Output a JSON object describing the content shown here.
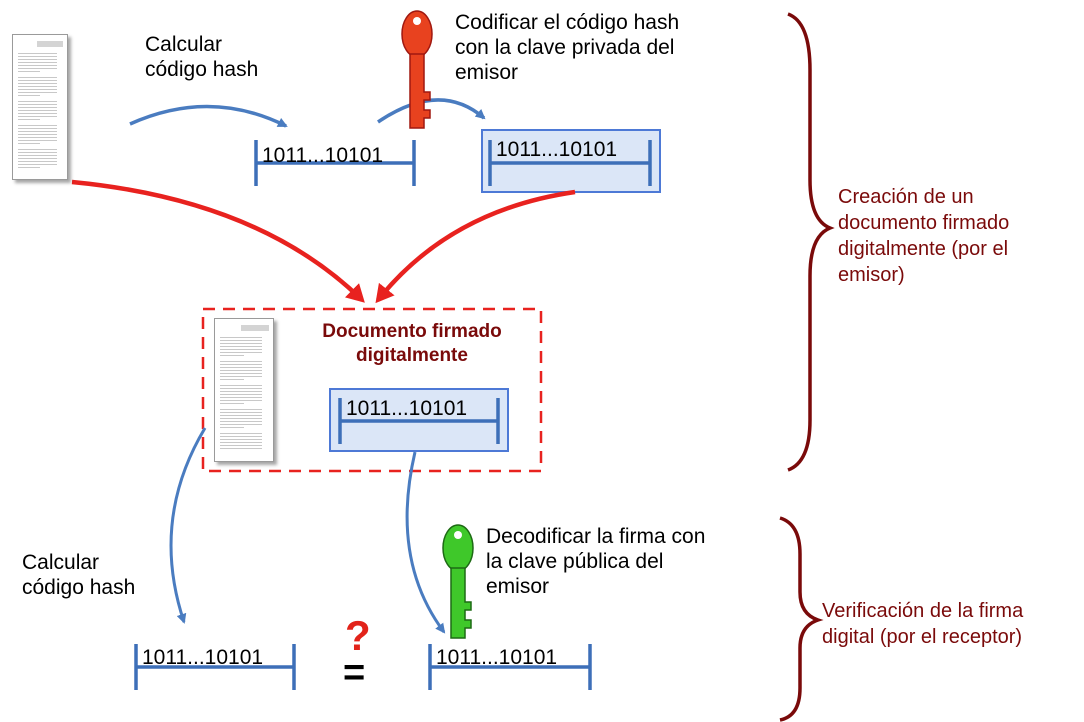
{
  "labels": {
    "calc_hash_top": [
      "Calcular",
      "código hash"
    ],
    "encode": [
      "Codificar el código hash",
      "con la clave privada del",
      "emisor"
    ],
    "signed_doc": [
      "Documento firmado",
      "digitalmente"
    ],
    "calc_hash_bottom": [
      "Calcular",
      "código hash"
    ],
    "decode": [
      "Decodificar la firma con",
      "la clave pública del",
      "emisor"
    ],
    "creation": [
      "Creación de un",
      "documento firmado",
      "digitalmente (por el",
      "emisor)"
    ],
    "verification": [
      "Verificación de la firma",
      "digital (por el receptor)"
    ]
  },
  "hash_value": "1011...10101",
  "question_mark": "?",
  "equals_sign": "=",
  "icons": {
    "private_key": "red-key-icon",
    "public_key": "green-key-icon",
    "document": "document-icon"
  },
  "colors": {
    "blue_arrow": "#4a7cc0",
    "red_arrow": "#e8221f",
    "maroon_text": "#7a0a0a",
    "hash_bracket": "#3d6fb8",
    "highlight_fill": "#dbe6f7",
    "highlight_border": "#4d79d6"
  }
}
